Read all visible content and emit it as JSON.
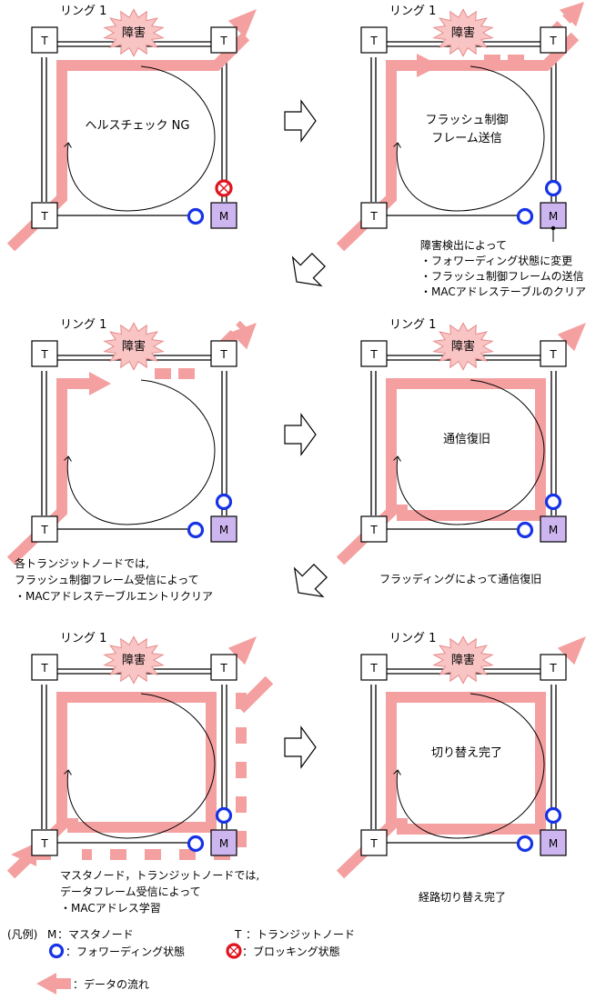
{
  "ring_label": "リング 1",
  "fault_label": "障害",
  "node_t": "T",
  "node_m": "M",
  "panels": [
    {
      "center_lines": [
        "ヘルスチェック NG"
      ],
      "caption_lines": []
    },
    {
      "center_lines": [
        "フラッシュ制御",
        "フレーム送信"
      ],
      "caption_lines": [
        "障害検出によって",
        "・フォワーディング状態に変更",
        "・フラッシュ制御フレームの送信",
        "・MACアドレステーブルのクリア"
      ]
    },
    {
      "center_lines": [],
      "caption_lines": [
        "各トランジットノードでは,",
        "フラッシュ制御フレーム受信によって",
        "・MACアドレステーブルエントリクリア"
      ]
    },
    {
      "center_lines": [
        "通信復旧"
      ],
      "caption_lines": [
        "フラッディングによって通信復旧"
      ]
    },
    {
      "center_lines": [],
      "caption_lines": [
        "マスタノード，トランジットノードでは,",
        "データフレーム受信によって",
        "・MACアドレス学習"
      ]
    },
    {
      "center_lines": [
        "切り替え完了"
      ],
      "caption_lines": [
        "経路切り替え完了"
      ]
    }
  ],
  "legend": {
    "prefix": "(凡例)",
    "m_key": "M",
    "m_desc": "：マスタノード",
    "t_key": "T",
    "t_desc": "：トランジットノード",
    "forwarding": "：フォワーディング状態",
    "blocking": "：ブロッキング状態",
    "data_flow": "：データの流れ"
  },
  "colors": {
    "flow": "#f4a0a0",
    "forwarding": "#1733e6",
    "blocking": "#e0141e",
    "master_node": "#cdb6ef",
    "fault_burst": "#f8c4c4"
  }
}
